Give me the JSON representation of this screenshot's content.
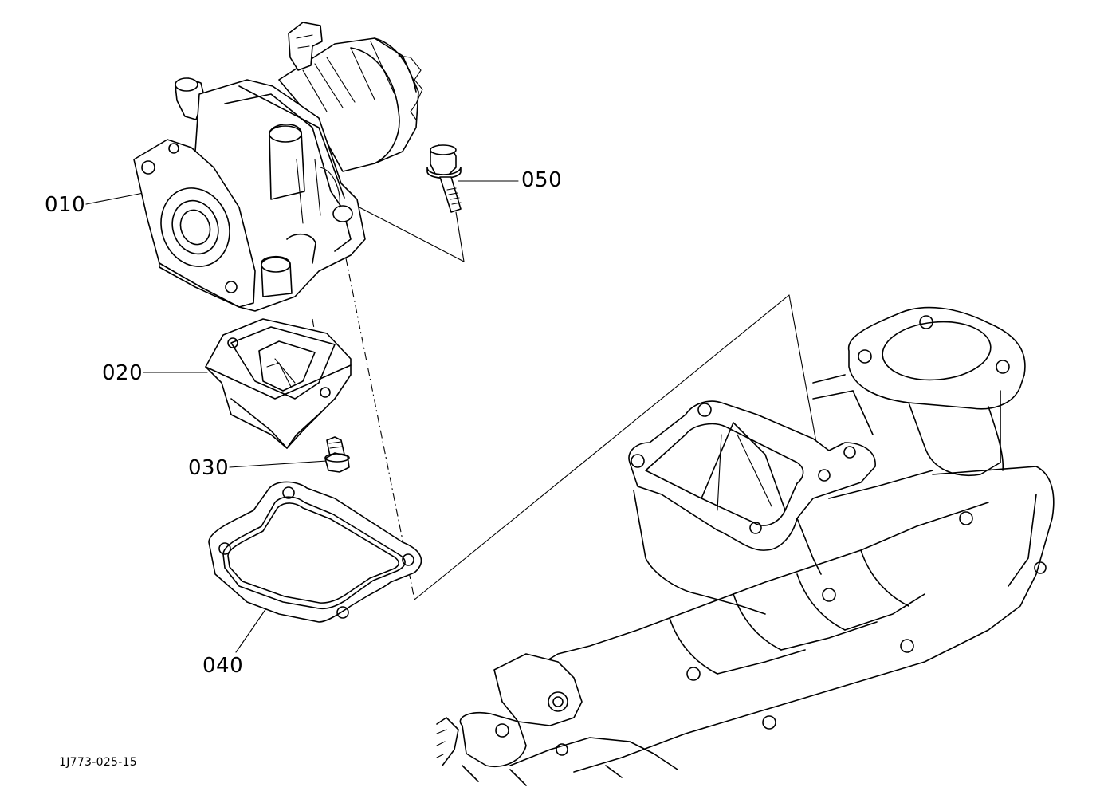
{
  "diagram": {
    "parts": [
      {
        "id": "p010",
        "label": "010",
        "name": "egr-valve"
      },
      {
        "id": "p020",
        "label": "020",
        "name": "egr-adapter"
      },
      {
        "id": "p030",
        "label": "030",
        "name": "bolt-short"
      },
      {
        "id": "p040",
        "label": "040",
        "name": "gasket"
      },
      {
        "id": "p050",
        "label": "050",
        "name": "bolt-long"
      }
    ],
    "reference_code": "1J773-025-15"
  }
}
